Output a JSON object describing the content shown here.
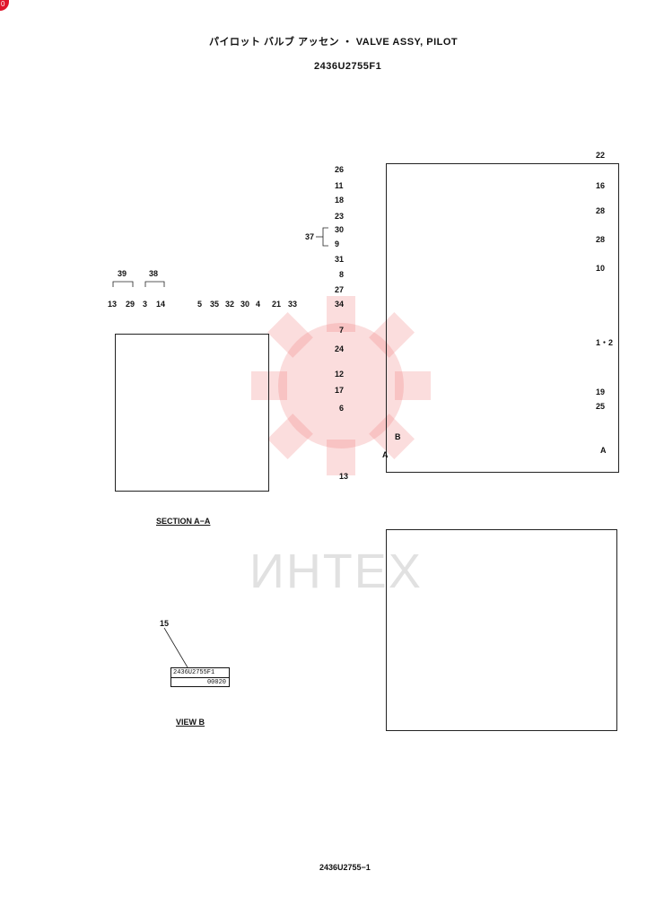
{
  "page": {
    "badge": "0",
    "title": "パイロット バルブ アッセン  ・  VALVE ASSY, PILOT",
    "part_number": "2436U2755F1",
    "footer": "2436U2755−1",
    "watermark": "ИНТЕХ"
  },
  "section_view": {
    "caption": "SECTION  A−A",
    "group_labels": [
      "39",
      "38"
    ],
    "callouts": [
      "13",
      "29",
      "3",
      "14",
      "5",
      "35",
      "32",
      "30",
      "4",
      "21",
      "33"
    ]
  },
  "main_view": {
    "callouts": [
      "22",
      "16",
      "26",
      "11",
      "18",
      "23",
      "28",
      "30",
      "9",
      "28",
      "10",
      "31",
      "8",
      "27",
      "34",
      "7",
      "1・2",
      "24",
      "12",
      "17",
      "19",
      "6",
      "25",
      "13"
    ],
    "group_label": "37",
    "view_arrow_label": "B",
    "section_marks": [
      "A",
      "A"
    ]
  },
  "view_b": {
    "caption": "VIEW  B",
    "callout": "15",
    "plate_line1": "2436U2755F1",
    "plate_line2": "00020"
  }
}
